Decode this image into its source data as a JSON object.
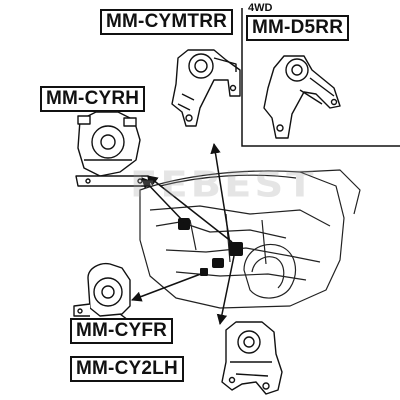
{
  "labels": {
    "cymtrr": "MM-CYMTRR",
    "wd4": "4WD",
    "d5rr": "MM-D5RR",
    "cyrh": "MM-CYRH",
    "cyfr": "MM-CYFR",
    "cy2lh": "MM-CY2LH"
  },
  "watermark": "FEBEST",
  "colors": {
    "ink": "#111111",
    "line": "#222222",
    "paper": "#ffffff",
    "shade": "#555555"
  }
}
